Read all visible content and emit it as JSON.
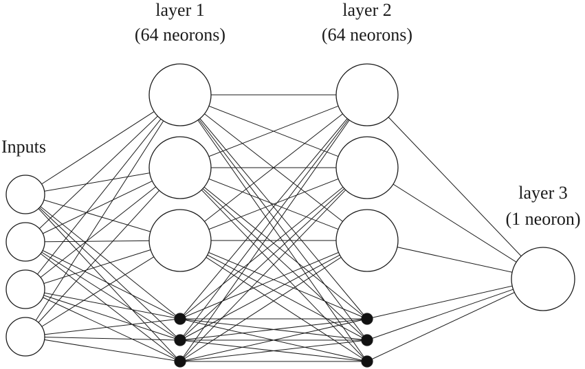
{
  "labels": {
    "inputs": "Inputs",
    "layer1_name": "layer 1",
    "layer1_count": "(64 neorons)",
    "layer2_name": "layer 2",
    "layer2_count": "(64 neorons)",
    "layer3_name": "layer 3",
    "layer3_count": "(1 neoron)"
  },
  "network": {
    "input_nodes": 4,
    "layer1": {
      "large_nodes": 3,
      "small_nodes": 3
    },
    "layer2": {
      "large_nodes": 3,
      "small_nodes": 3
    },
    "layer3": {
      "large_nodes": 1
    }
  },
  "colors": {
    "stroke": "#1a1a1a",
    "node_fill": "#ffffff",
    "small_node_fill": "#111111"
  }
}
